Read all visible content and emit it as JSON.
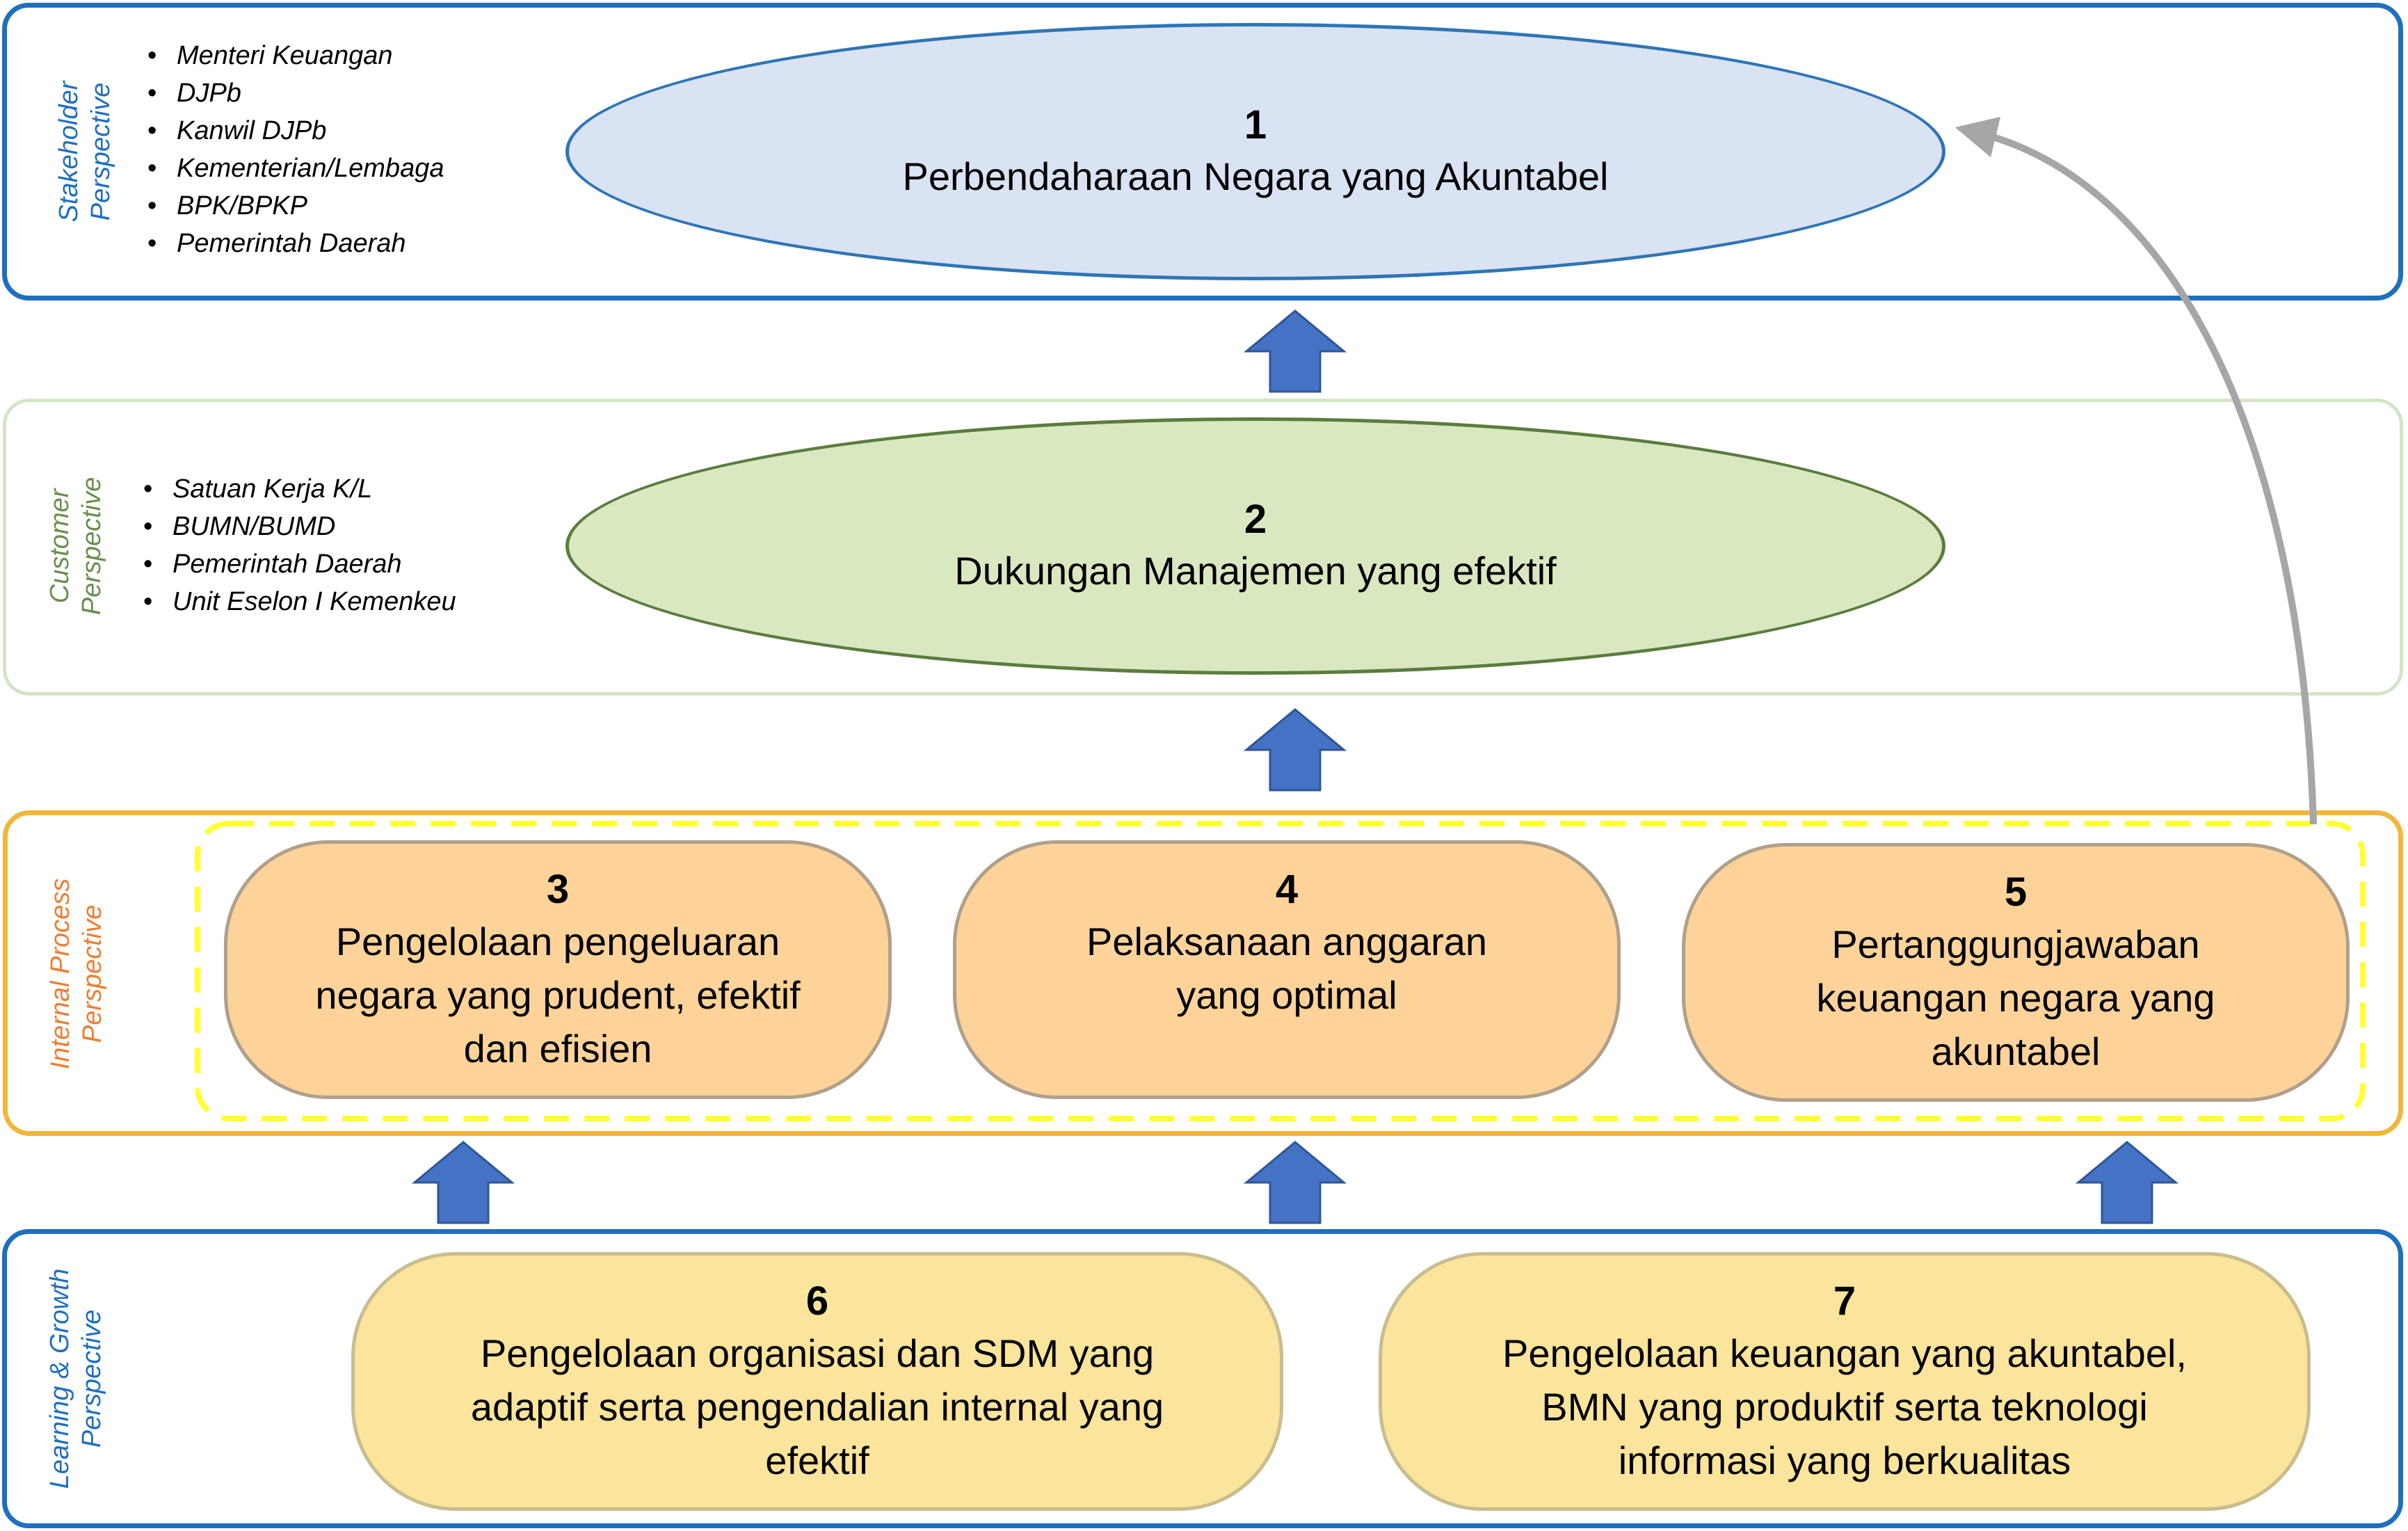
{
  "colors": {
    "stakeholder_border": "#1f6fbf",
    "customer_border": "#d3e5c6",
    "internal_border": "#f0b73a",
    "learning_border": "#1f6fbf",
    "dashed_border": "#ffff33",
    "arrow_fill": "#4472c4",
    "curved_arrow": "#a6a6a6"
  },
  "stakeholder": {
    "perspective_line1": "Stakeholder",
    "perspective_line2": "Perspective",
    "items": [
      "Menteri Keuangan",
      "DJPb",
      "Kanwil DJPb",
      "Kementerian/Lembaga",
      "BPK/BPKP",
      "Pemerintah Daerah"
    ],
    "objective": {
      "number": "1",
      "text": "Perbendaharaan Negara yang Akuntabel"
    }
  },
  "customer": {
    "perspective_line1": "Customer",
    "perspective_line2": "Perspective",
    "items": [
      "Satuan Kerja K/L",
      "BUMN/BUMD",
      "Pemerintah Daerah",
      "Unit Eselon I Kemenkeu"
    ],
    "objective": {
      "number": "2",
      "text": "Dukungan Manajemen yang efektif"
    }
  },
  "internal": {
    "perspective_line1": "Internal Process",
    "perspective_line2": "Perspective",
    "objectives": [
      {
        "number": "3",
        "line1": "Pengelolaan pengeluaran",
        "line2": "negara yang prudent, efektif",
        "line3": "dan efisien"
      },
      {
        "number": "4",
        "line1": "Pelaksanaan anggaran",
        "line2": "yang optimal"
      },
      {
        "number": "5",
        "line1": "Pertanggungjawaban",
        "line2": "keuangan negara yang",
        "line3": "akuntabel"
      }
    ]
  },
  "learning": {
    "perspective_line1": "Learning & Growth",
    "perspective_line2": "Perspective",
    "objectives": [
      {
        "number": "6",
        "line1": "Pengelolaan organisasi dan SDM yang",
        "line2": "adaptif serta pengendalian internal yang",
        "line3": "efektif"
      },
      {
        "number": "7",
        "line1": "Pengelolaan keuangan yang akuntabel,",
        "line2": "BMN yang produktif serta teknologi",
        "line3": "informasi yang berkualitas"
      }
    ]
  }
}
